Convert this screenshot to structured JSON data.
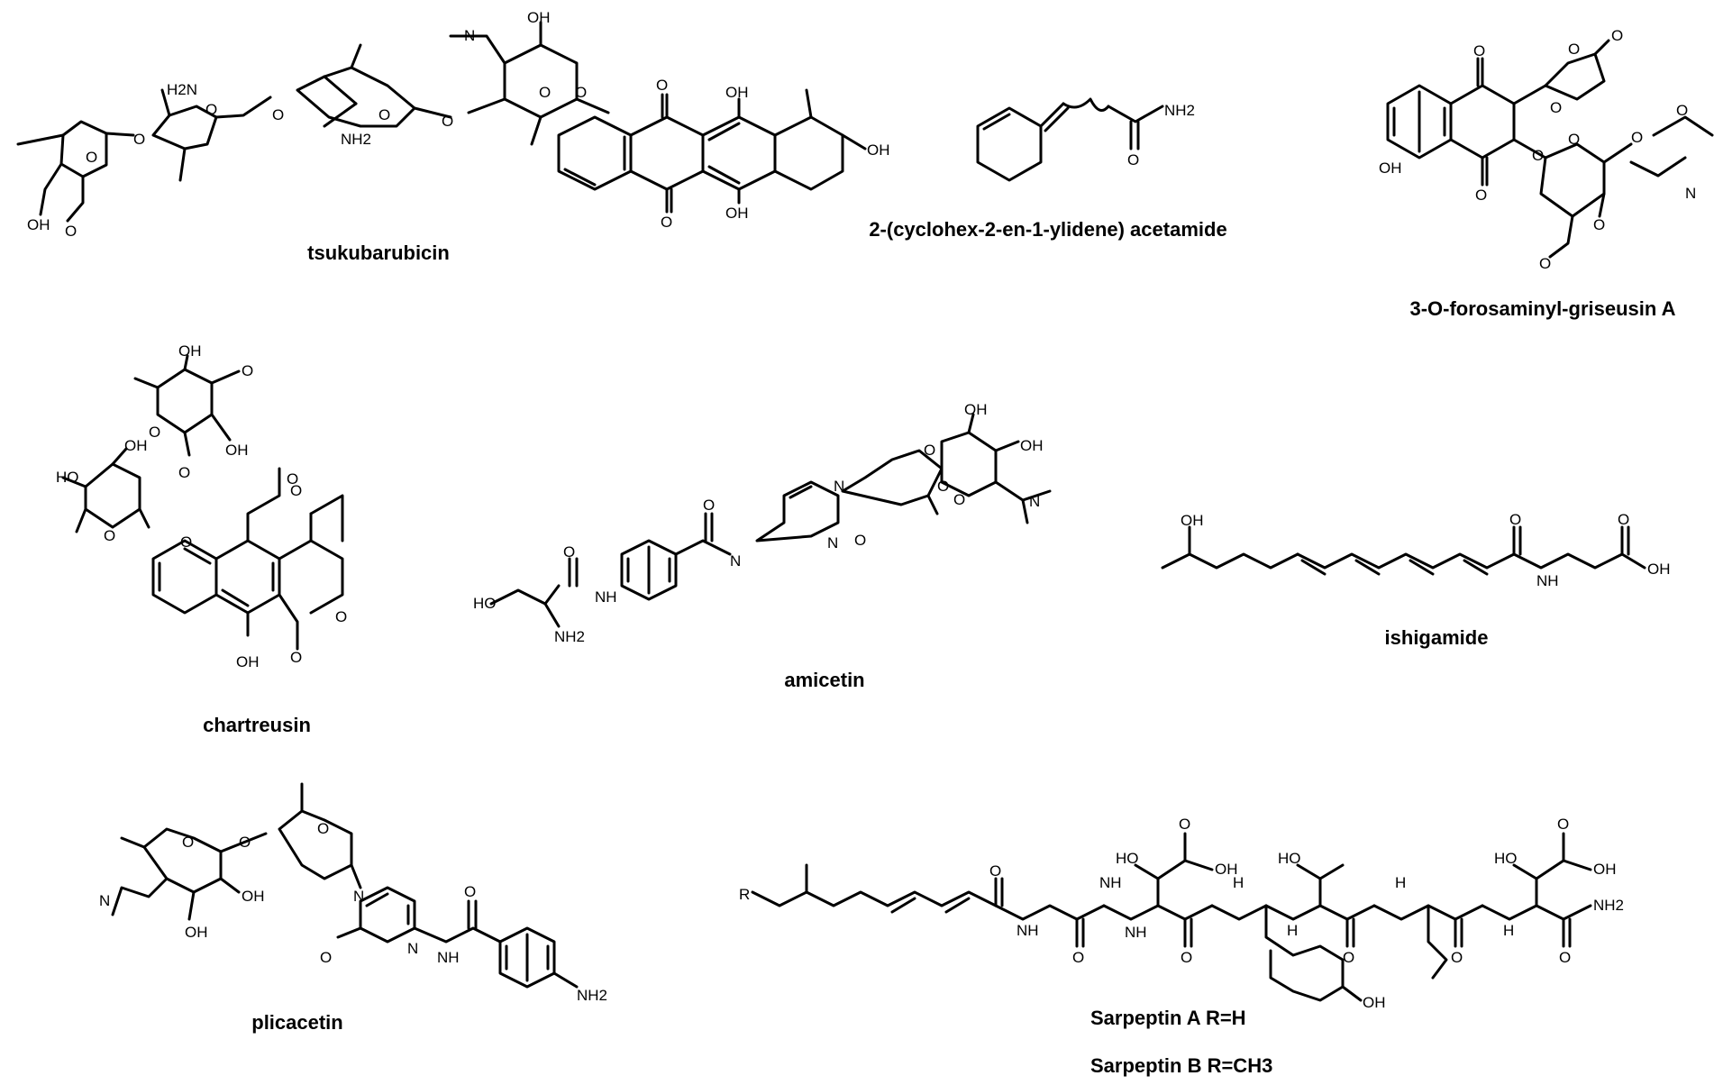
{
  "figure": {
    "compounds": [
      {
        "id": "tsukubarubicin",
        "name": "tsukubarubicin"
      },
      {
        "id": "cyclohexenylidene-acetamide",
        "name": "2-(cyclohex-2-en-1-ylidene) acetamide"
      },
      {
        "id": "forosaminyl-griseusin",
        "name": "3-O-forosaminyl-griseusin A"
      },
      {
        "id": "chartreusin",
        "name": "chartreusin"
      },
      {
        "id": "amicetin",
        "name": "amicetin"
      },
      {
        "id": "ishigamide",
        "name": "ishigamide"
      },
      {
        "id": "plicacetin",
        "name": "plicacetin"
      },
      {
        "id": "sarpeptin-a",
        "name": "Sarpeptin A R=H"
      },
      {
        "id": "sarpeptin-b",
        "name": "Sarpeptin B R=CH3"
      }
    ],
    "atom_labels": {
      "OH": "OH",
      "O": "O",
      "N": "N",
      "H2N": "H2N",
      "NH2": "NH2",
      "NH": "NH",
      "H": "H",
      "R": "R",
      "HO": "HO"
    }
  }
}
